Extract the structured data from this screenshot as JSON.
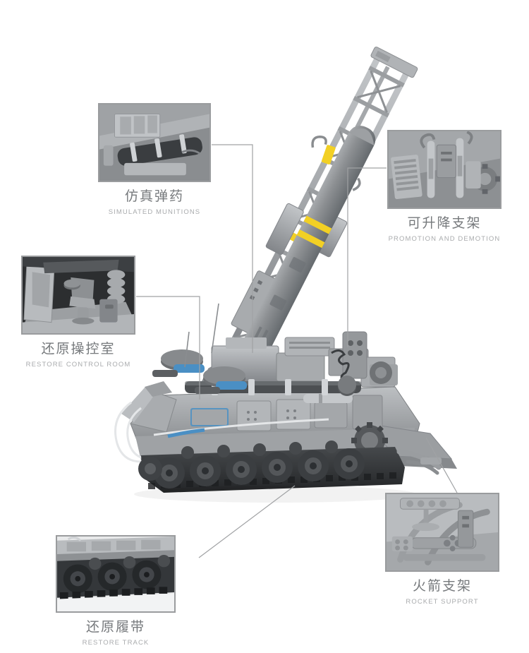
{
  "page": {
    "background_color": "#ffffff",
    "frame_border_color": "#9a9c9e",
    "connector_color": "#a0a2a4",
    "cn_text_color": "#76797c",
    "en_text_color": "#a9abad",
    "accent_yellow": "#f2d024",
    "accent_blue": "#4a8fc4",
    "body_gray": "#8f9295",
    "track_black": "#2e3033"
  },
  "product": {
    "name": "tracked-missile-launcher-vehicle",
    "description": "Grey brick-built tracked transporter-erector-launcher with raised lattice gantry and missile"
  },
  "callouts": [
    {
      "id": "munitions",
      "cn": "仿真弹药",
      "en": "SIMULATED MUNITIONS",
      "thumb_name": "munitions-detail-photo"
    },
    {
      "id": "lift",
      "cn": "可升降支架",
      "en": "PROMOTION AND DEMOTION",
      "thumb_name": "liftable-support-detail-photo"
    },
    {
      "id": "control",
      "cn": "还原操控室",
      "en": "RESTORE CONTROL ROOM",
      "thumb_name": "control-room-detail-photo"
    },
    {
      "id": "track",
      "cn": "还原履带",
      "en": "RESTORE TRACK",
      "thumb_name": "track-detail-photo"
    },
    {
      "id": "rocket",
      "cn": "火箭支架",
      "en": "ROCKET SUPPORT",
      "thumb_name": "rocket-support-detail-photo"
    }
  ]
}
